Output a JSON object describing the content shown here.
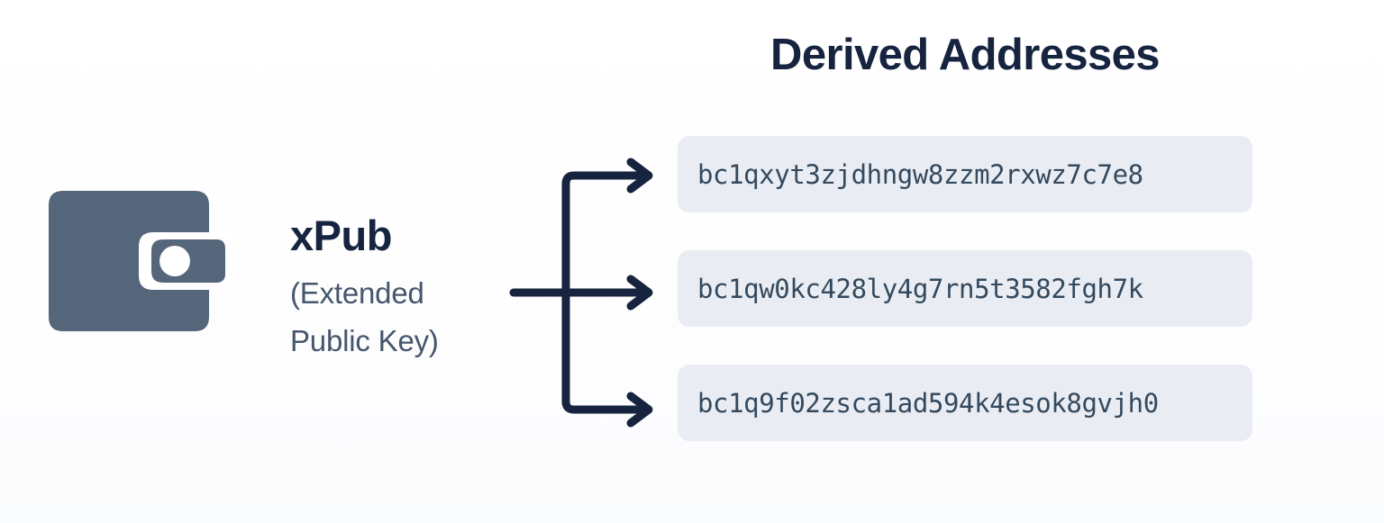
{
  "diagram": {
    "background_color": "#ffffff",
    "accent_navy": "#16243f",
    "slate": "#46566d",
    "card_bg": "#e9edf3",
    "mono_text_color": "#34495e",
    "wallet_icon_color": "#55657a"
  },
  "source": {
    "icon": "wallet-icon",
    "title": "xPub",
    "subtitle_line_1": "(Extended",
    "subtitle_line_2": "Public Key)"
  },
  "arrows": {
    "icon": "branch-arrows-icon",
    "count": 3,
    "color": "#16243f"
  },
  "output": {
    "heading": "Derived Addresses",
    "addresses": [
      {
        "value": "bc1qxyt3zjdhngw8zzm2rxwz7c7e8"
      },
      {
        "value": "bc1qw0kc428ly4g7rn5t3582fgh7k"
      },
      {
        "value": "bc1q9f02zsca1ad594k4esok8gvjh0"
      }
    ]
  }
}
